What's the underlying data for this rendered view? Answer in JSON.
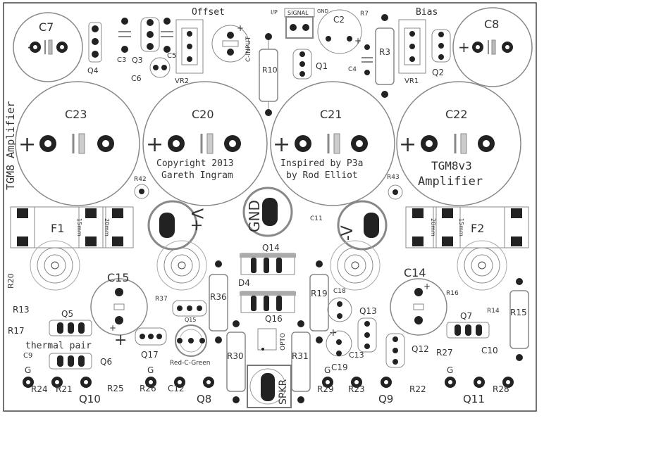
{
  "colors": {
    "silk": "#888888",
    "pad": "#222222",
    "text": "#333333",
    "background": "#ffffff"
  },
  "board": {
    "title_vertical": "TGM8 Amplifier",
    "copyright_line1": "Copyright 2013",
    "copyright_line2": "Gareth Ingram",
    "inspired_line1": "Inspired by P3a",
    "inspired_line2": "by Rod Elliot",
    "model_line1": "TGM8v3",
    "model_line2": "Amplifier",
    "thermal_pair": "thermal pair",
    "red_c_green": "Red-C-Green",
    "offset": "Offset",
    "bias": "Bias",
    "ip": "I/P",
    "signal": "SIGNAL",
    "gnd_small": "GND",
    "c_input": "C-INPUT",
    "spkr": "SPKR",
    "opto": "OPTO",
    "gnd_big": "GND",
    "v_plus": "V+",
    "v_minus": "-V",
    "fuse_15mm": "15mm",
    "fuse_20mm": "20mm",
    "g": "G"
  },
  "components": {
    "C7": "C7",
    "C8": "C8",
    "C23": "C23",
    "C20": "C20",
    "C21": "C21",
    "C22": "C22",
    "C2": "C2",
    "C3": "C3",
    "C4": "C4",
    "C5": "C5",
    "C6": "C6",
    "C9": "C9",
    "C10": "C10",
    "C11": "C11",
    "C12": "C12",
    "C13": "C13",
    "C14": "C14",
    "C15": "C15",
    "C18": "C18",
    "C19": "C19",
    "Q1": "Q1",
    "Q2": "Q2",
    "Q3": "Q3",
    "Q4": "Q4",
    "Q5": "Q5",
    "Q6": "Q6",
    "Q7": "Q7",
    "Q8": "Q8",
    "Q9": "Q9",
    "Q10": "Q10",
    "Q11": "Q11",
    "Q12": "Q12",
    "Q13": "Q13",
    "Q14": "Q14",
    "Q15": "Q15",
    "Q16": "Q16",
    "Q17": "Q17",
    "R3": "R3",
    "R7": "R7",
    "R10": "R10",
    "R13": "R13",
    "R14": "R14",
    "R15": "R15",
    "R16": "R16",
    "R17": "R17",
    "R19": "R19",
    "R20": "R20",
    "R21": "R21",
    "R22": "R22",
    "R23": "R23",
    "R24": "R24",
    "R25": "R25",
    "R26": "R26",
    "R27": "R27",
    "R28": "R28",
    "R29": "R29",
    "R30": "R30",
    "R31": "R31",
    "R36": "R36",
    "R37": "R37",
    "R42": "R42",
    "R43": "R43",
    "VR1": "VR1",
    "VR2": "VR2",
    "F1": "F1",
    "F2": "F2",
    "D4": "D4"
  }
}
